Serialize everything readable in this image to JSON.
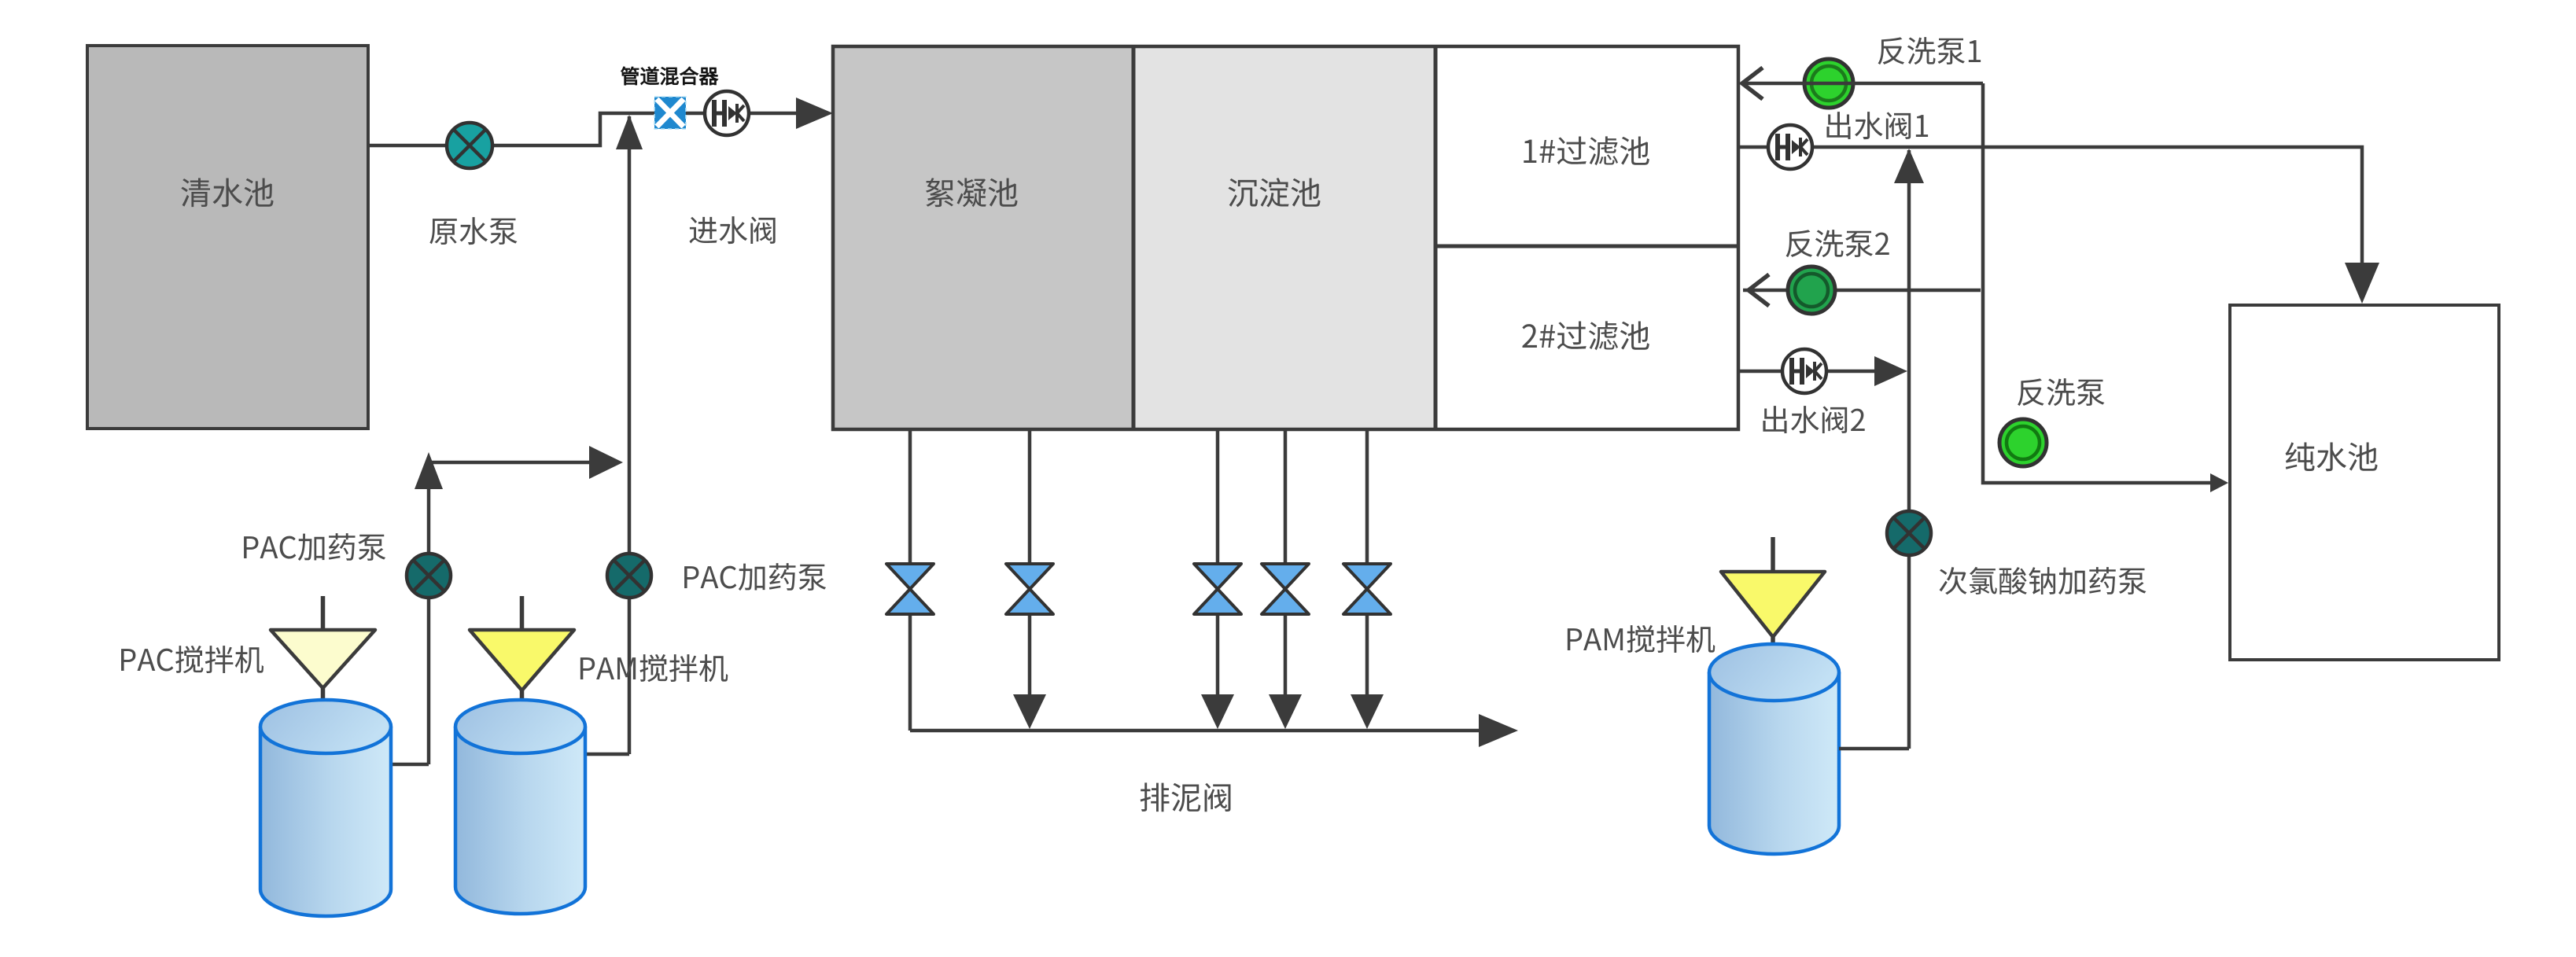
{
  "colors": {
    "line": "#3b3b3b",
    "label": "#4c4c4c",
    "clear_tank_fill": "#b9b9b9",
    "flocculation_fill": "#c6c6c6",
    "sedimentation_fill": "#e3e3e3",
    "filter_fill": "#ffffff",
    "raw_pump_teal": "#18a1a1",
    "dosing_pump_teal": "#156a6a",
    "backwash_green_bright": "#2dd22d",
    "backwash_green_dark": "#21a34d",
    "mixer_blue": "#1e88cf",
    "sludge_valve_blue": "#64aeec",
    "funnel_pale_yellow": "#fcfcce",
    "funnel_yellow": "#f9f96a",
    "cylinder_stroke_blue": "#1273d8"
  },
  "tanks": {
    "clear": {
      "label": "清水池"
    },
    "flocculation": {
      "label": "絮凝池"
    },
    "sedimentation": {
      "label": "沉淀池"
    },
    "filter1": {
      "label": "1#过滤池"
    },
    "filter2": {
      "label": "2#过滤池"
    },
    "pure": {
      "label": "纯水池"
    }
  },
  "equipment": {
    "raw_water_pump": {
      "label": "原水泵",
      "type": "pump"
    },
    "pipeline_mixer": {
      "label": "管道混合器",
      "type": "static-mixer"
    },
    "inlet_valve": {
      "label": "进水阀",
      "type": "valve"
    },
    "pac_dosing_pump_left": {
      "label": "PAC加药泵",
      "type": "pump"
    },
    "pac_dosing_pump_right": {
      "label": "PAC加药泵",
      "type": "pump"
    },
    "pac_mixer": {
      "label": "PAC搅拌机",
      "type": "mixer"
    },
    "pam_mixer_left": {
      "label": "PAM搅拌机",
      "type": "mixer"
    },
    "pam_mixer_right": {
      "label": "PAM搅拌机",
      "type": "mixer"
    },
    "backwash_pump_1": {
      "label": "反洗泵1",
      "type": "pump"
    },
    "outlet_valve_1": {
      "label": "出水阀1",
      "type": "valve"
    },
    "backwash_pump_2": {
      "label": "反洗泵2",
      "type": "pump"
    },
    "outlet_valve_2": {
      "label": "出水阀2",
      "type": "valve"
    },
    "backwash_pump": {
      "label": "反洗泵",
      "type": "pump"
    },
    "hypochlorite_dosing_pump": {
      "label": "次氯酸钠加药泵",
      "type": "pump"
    },
    "sludge_valves": {
      "label": "排泥阀",
      "type": "valve-group"
    }
  }
}
